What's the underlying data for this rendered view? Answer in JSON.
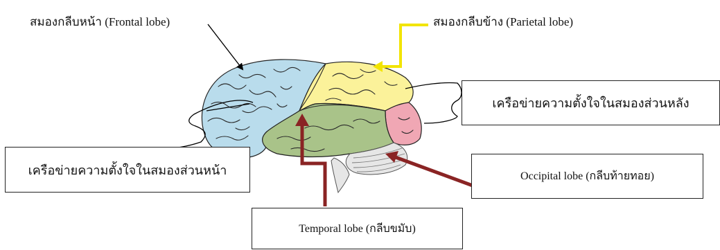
{
  "labels": {
    "frontal": "สมองกลีบหน้า (Frontal lobe)",
    "parietal": "สมองกลีบข้าง (Parietal lobe)",
    "posterior_network": "เครือข่ายความตั้งใจในสมองส่วนหลัง",
    "anterior_network": "เครือข่ายความตั้งใจในสมองส่วนหน้า",
    "occipital": "Occipital lobe (กลีบท้ายทอย)",
    "temporal": "Temporal lobe (กลีบขมับ)"
  },
  "colors": {
    "frontal": "#b9dcec",
    "parietal": "#fbf29a",
    "temporal": "#a9c389",
    "occipital": "#f0a7b4",
    "cerebellum": "#e6e6e6",
    "sulci": "#2a2a2a",
    "arrow_dark_red": "#8a2424",
    "arrow_yellow": "#f2e400"
  }
}
